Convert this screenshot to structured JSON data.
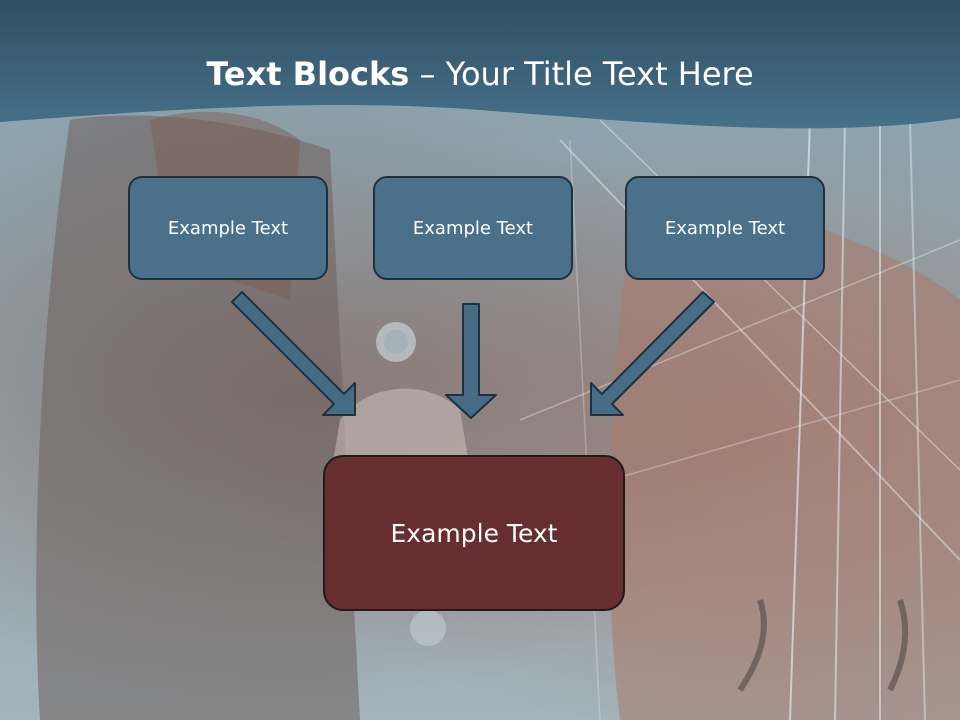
{
  "title": {
    "bold_part": "Text Blocks",
    "separator": " – ",
    "regular_part": "Your Title Text Here"
  },
  "blocks": [
    {
      "label": "Example Text"
    },
    {
      "label": "Example Text"
    },
    {
      "label": "Example Text"
    }
  ],
  "main_block": {
    "label": "Example Text"
  },
  "colors": {
    "banner": "#3d6276",
    "block_fill": "#4a7189",
    "block_border": "#1f3140",
    "main_fill": "#662e2f",
    "arrow_fill": "#466d84"
  },
  "icons": {
    "arrows": [
      "arrow-down-right-icon",
      "arrow-down-icon",
      "arrow-down-left-icon"
    ]
  }
}
